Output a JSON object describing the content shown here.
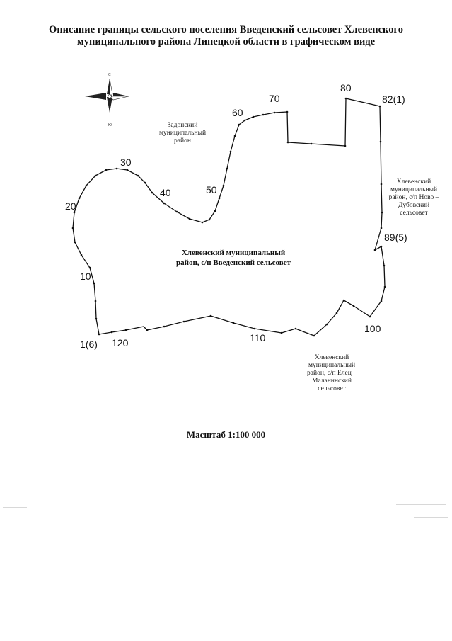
{
  "title": {
    "line1": "Описание границы сельского поселения Введенский сельсовет Хлевенского",
    "line2": "муниципального района Липецкой области в графическом виде"
  },
  "compass": {
    "north": "С",
    "south": "Ю"
  },
  "labels": {
    "zadonsky": [
      "Задонский",
      "муниципальный",
      "район"
    ],
    "novo_dubovsky": [
      "Хлевенский",
      "муниципальный",
      "район, с/п Ново –",
      "Дубовский",
      "сельсовет"
    ],
    "elets_malaninsky": [
      "Хлевенский",
      "муниципальный",
      "район, с/п Елец –",
      "Маланинский",
      "сельсовет"
    ],
    "main": [
      "Хлевенский муниципальный",
      "район, с/п Введенский сельсовет"
    ]
  },
  "points": [
    {
      "text": "1(6)"
    },
    {
      "text": "10"
    },
    {
      "text": "20"
    },
    {
      "text": "30"
    },
    {
      "text": "40"
    },
    {
      "text": "50"
    },
    {
      "text": "60"
    },
    {
      "text": "70"
    },
    {
      "text": "80"
    },
    {
      "text": "82(1)"
    },
    {
      "text": "89(5)"
    },
    {
      "text": "100"
    },
    {
      "text": "110"
    },
    {
      "text": "120"
    }
  ],
  "scale": "Масштаб 1:100 000"
}
